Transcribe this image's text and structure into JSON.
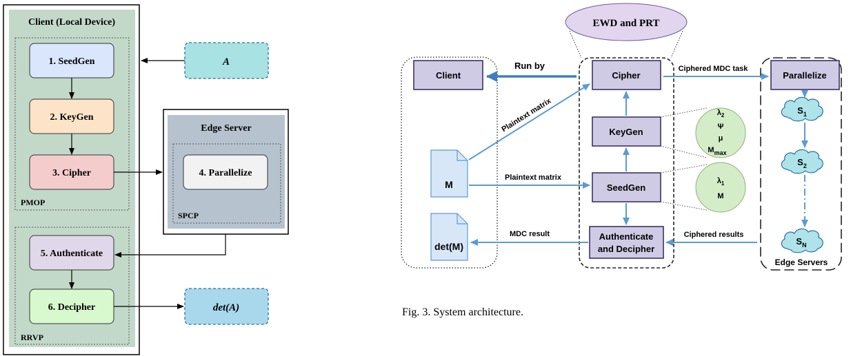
{
  "left_diagram": {
    "client_title": "Client (Local Device)",
    "pmop_label": "PMOP",
    "rrvp_label": "RRVP",
    "seedgen": "1. SeedGen",
    "keygen": "2. KeyGen",
    "cipher": "3. Cipher",
    "parallelize": "4. Parallelize",
    "authenticate": "5. Authenticate",
    "decipher": "6. Decipher",
    "edge_server_title": "Edge Server",
    "spcp_label": "SPCP",
    "input_a": "A",
    "output_det": "det(A)"
  },
  "right_diagram": {
    "ewd_prt": "EWD and PRT",
    "client": "Client",
    "run_by": "Run by",
    "cipher": "Cipher",
    "ciphered_mdc_task": "Ciphered MDC task",
    "parallelize": "Parallelize",
    "plaintext_matrix_1": "Plaintext matrix",
    "plaintext_matrix_2": "Plaintext matrix",
    "keygen": "KeyGen",
    "seedgen": "SeedGen",
    "authenticate_line1": "Authenticate",
    "authenticate_line2": "and Decipher",
    "mdc_result": "MDC result",
    "ciphered_results": "Ciphered results",
    "m_doc": "M",
    "det_doc": "det(M)",
    "keygen_params": {
      "lambda": "λ",
      "lambda_sub": "2",
      "psi": "Ψ",
      "mu": "μ",
      "mmax": "M",
      "mmax_sub": "max"
    },
    "seedgen_params": {
      "lambda": "λ",
      "lambda_sub": "1",
      "m": "M"
    },
    "s1": "S",
    "s1_sub": "1",
    "s2": "S",
    "s2_sub": "2",
    "sn": "S",
    "sn_sub": "N",
    "edge_servers": "Edge Servers"
  },
  "caption": "Fig. 3.   System architecture.",
  "colors": {
    "client_bg": "#c2d9c9",
    "edge_bg": "#b6c3cf",
    "seedgen_fill": "#d9e6fb",
    "keygen_fill": "#fde3c7",
    "cipher_fill": "#f5cccc",
    "parallelize_fill": "#f2f2f2",
    "authenticate_fill": "#e0d8ea",
    "decipher_fill": "#d8f8cd",
    "input_fill": "#a8e2e3",
    "output_fill": "#a9d8ec",
    "purple_box": "#cfcbe4",
    "blue_arrow": "#5a9bd3",
    "param_circle": "#d4ecc8",
    "cloud_fill": "#aee3ea",
    "ellipse_fill": "#e2d5ee"
  }
}
